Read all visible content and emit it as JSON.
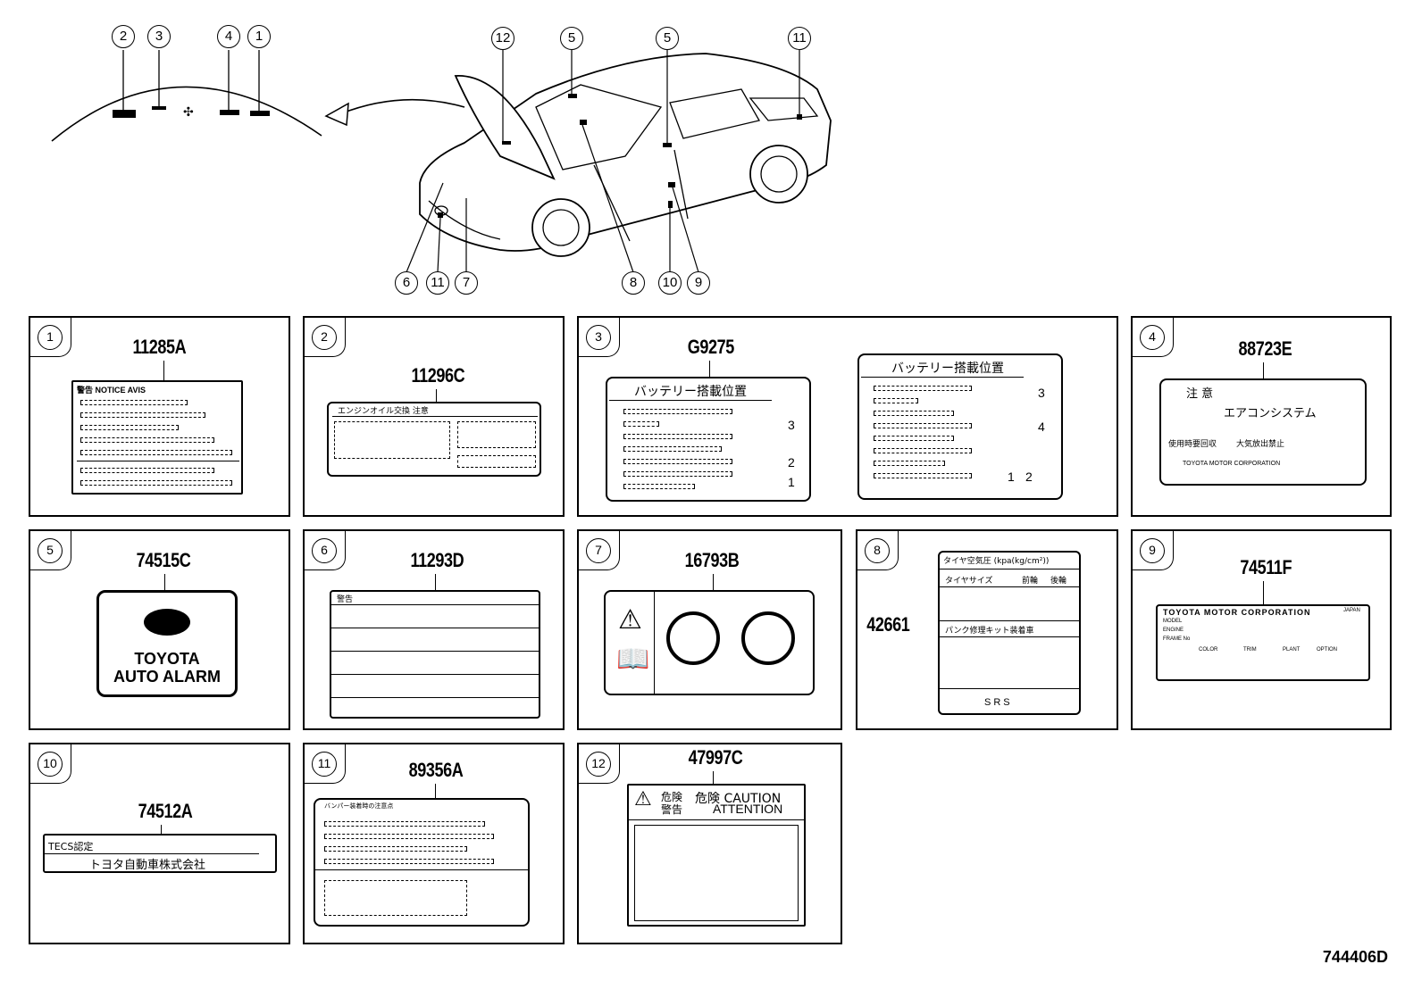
{
  "overview": {
    "windshield_callouts": [
      "2",
      "3",
      "4",
      "1"
    ],
    "car_callouts_top": [
      "12",
      "5",
      "5",
      "11"
    ],
    "car_callouts_bottom": [
      "6",
      "11",
      "7",
      "8",
      "10",
      "9"
    ]
  },
  "panels": [
    {
      "num": "1",
      "part": "11285A",
      "label_lines": [
        "警告 NOTICE AVIS"
      ]
    },
    {
      "num": "2",
      "part": "11296C",
      "label_lines": [
        "エンジンオイル交換 注意"
      ]
    },
    {
      "num": "3",
      "part": "G9275",
      "label_lines": [
        "バッテリー搭載位置",
        "バッテリー搭載位置"
      ],
      "pos_marks": [
        "3",
        "2",
        "1",
        "3",
        "4",
        "1",
        "2"
      ]
    },
    {
      "num": "4",
      "part": "88723E",
      "label_lines": [
        "注 意",
        "エアコンシステム",
        "使用時要回収",
        "大気放出禁止",
        "TOYOTA MOTOR CORPORATION"
      ]
    },
    {
      "num": "5",
      "part": "74515C",
      "label_lines": [
        "TOYOTA",
        "AUTO ALARM"
      ]
    },
    {
      "num": "6",
      "part": "11293D",
      "label_lines": [
        "警告"
      ]
    },
    {
      "num": "7",
      "part": "16793B",
      "label_lines": []
    },
    {
      "num": "8",
      "part": "42661",
      "label_lines": [
        "タイヤ空気圧 (kpa(kg/cm²))",
        "タイヤサイズ",
        "前輪",
        "後輪",
        "パンク修理キット装着車",
        "SRS"
      ]
    },
    {
      "num": "9",
      "part": "74511F",
      "label_lines": [
        "TOYOTA MOTOR CORPORATION",
        "JAPAN",
        "MODEL",
        "ENGINE",
        "FRAME No",
        "COLOR",
        "TRIM",
        "PLANT",
        "OPTION"
      ]
    },
    {
      "num": "10",
      "part": "74512A",
      "label_lines": [
        "TECS認定",
        "トヨタ自動車株式会社"
      ]
    },
    {
      "num": "11",
      "part": "89356A",
      "label_lines": [
        "バンパー装着時の注意点"
      ]
    },
    {
      "num": "12",
      "part": "47997C",
      "label_lines": [
        "危険",
        "警告",
        "危険 CAUTION",
        "ATTENTION"
      ]
    }
  ],
  "reference": "744406D"
}
